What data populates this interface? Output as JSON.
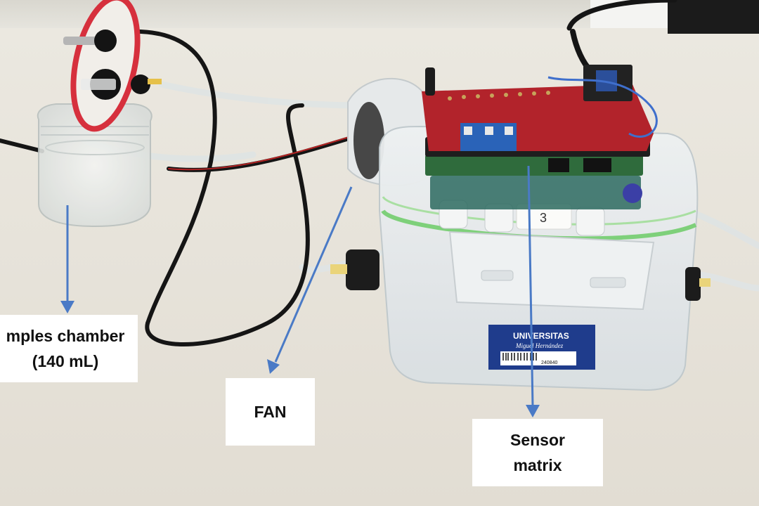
{
  "callouts": {
    "samples_chamber": "mples chamber\n(140 mL)",
    "fan": "FAN",
    "sensor_matrix": "Sensor\nmatrix"
  },
  "sticker_number": "3",
  "badge": {
    "institution": "UNIVERSITAS",
    "subtitle": "Miguel Hernández",
    "barcode_text": "240840"
  },
  "colors": {
    "arrow": "#4a7ac6",
    "pcb_red": "#b2232b",
    "board_green": "#2f6b3c",
    "lid_green": "#7ed07a",
    "badge_blue": "#1f3c8c"
  }
}
